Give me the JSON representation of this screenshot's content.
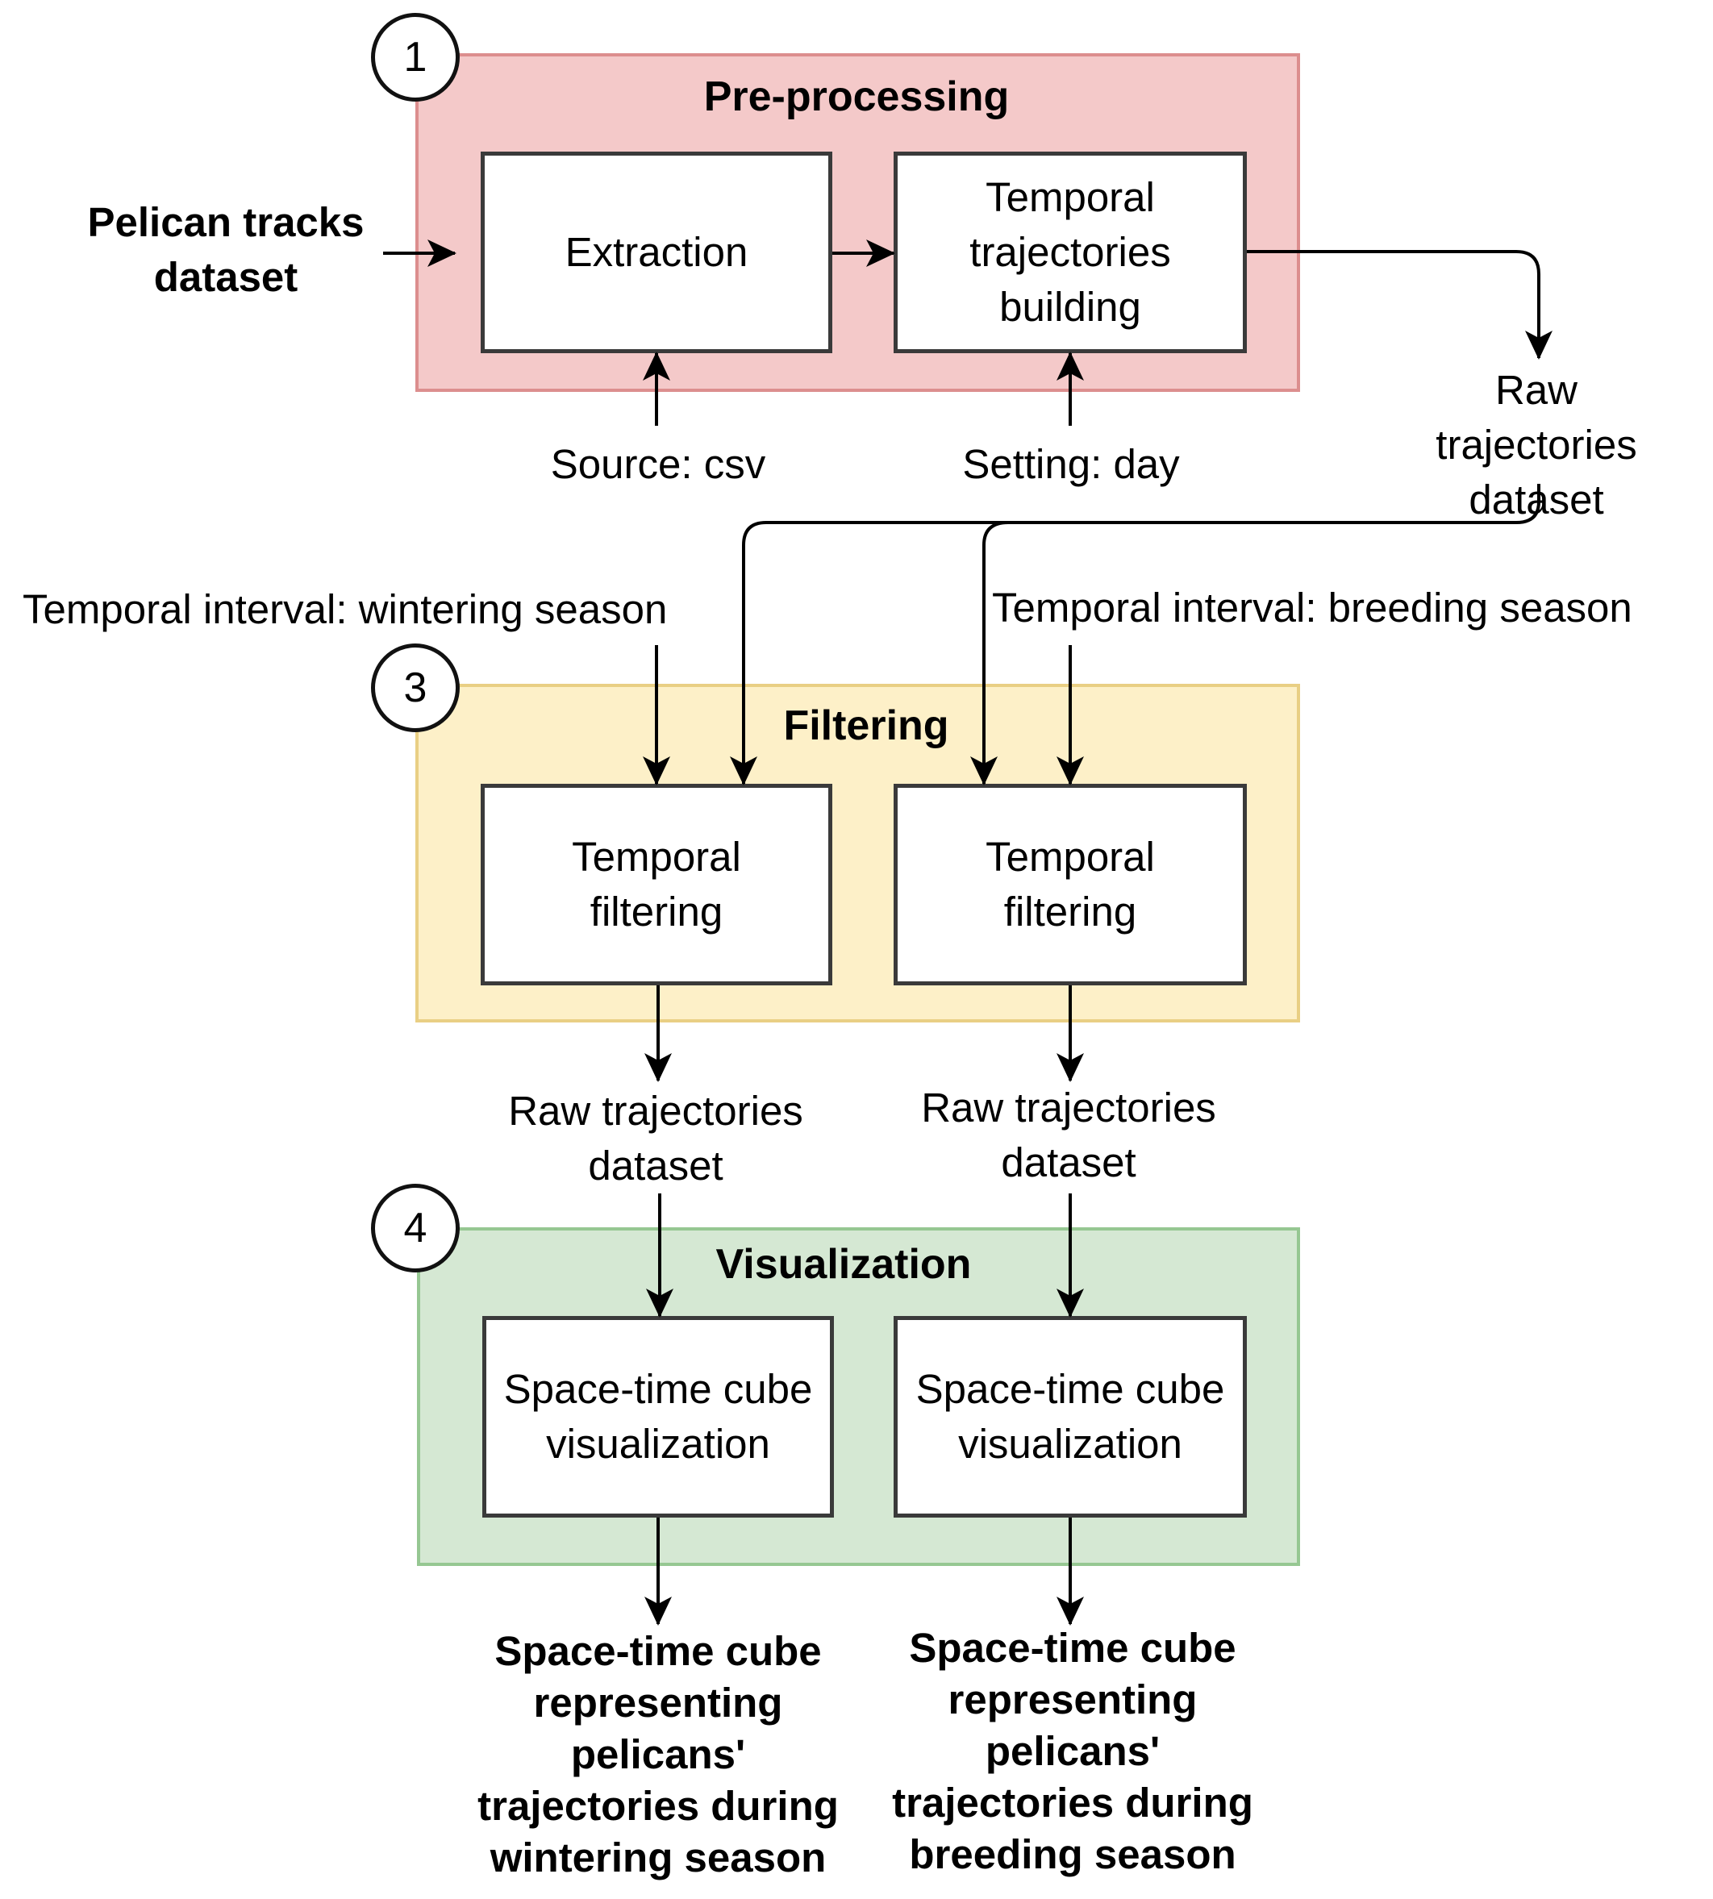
{
  "groups": {
    "preprocessing": {
      "title": "Pre-processing",
      "step": "1"
    },
    "filtering": {
      "title": "Filtering",
      "step": "3"
    },
    "visualization": {
      "title": "Visualization",
      "step": "4"
    }
  },
  "boxes": {
    "extraction": "Extraction",
    "temporal_trajectories_building": "Temporal\ntrajectories\nbuilding",
    "temporal_filtering_left": "Temporal\nfiltering",
    "temporal_filtering_right": "Temporal\nfiltering",
    "stc_visualization_left": "Space-time cube\nvisualization",
    "stc_visualization_right": "Space-time cube\nvisualization"
  },
  "labels": {
    "pelican_tracks_dataset": "Pelican tracks\ndataset",
    "source_csv": "Source: csv",
    "setting_day": "Setting: day",
    "raw_trajectories_dataset_top": "Raw trajectories\ndataset",
    "interval_wintering": "Temporal interval: wintering season",
    "interval_breeding": "Temporal interval: breeding season",
    "raw_trajectories_dataset_left": "Raw trajectories\ndataset",
    "raw_trajectories_dataset_right": "Raw trajectories\ndataset",
    "output_wintering": "Space-time cube\nrepresenting\npelicans'\ntrajectories during\nwintering season",
    "output_breeding": "Space-time cube\nrepresenting\npelicans'\ntrajectories during\nbreeding season"
  }
}
